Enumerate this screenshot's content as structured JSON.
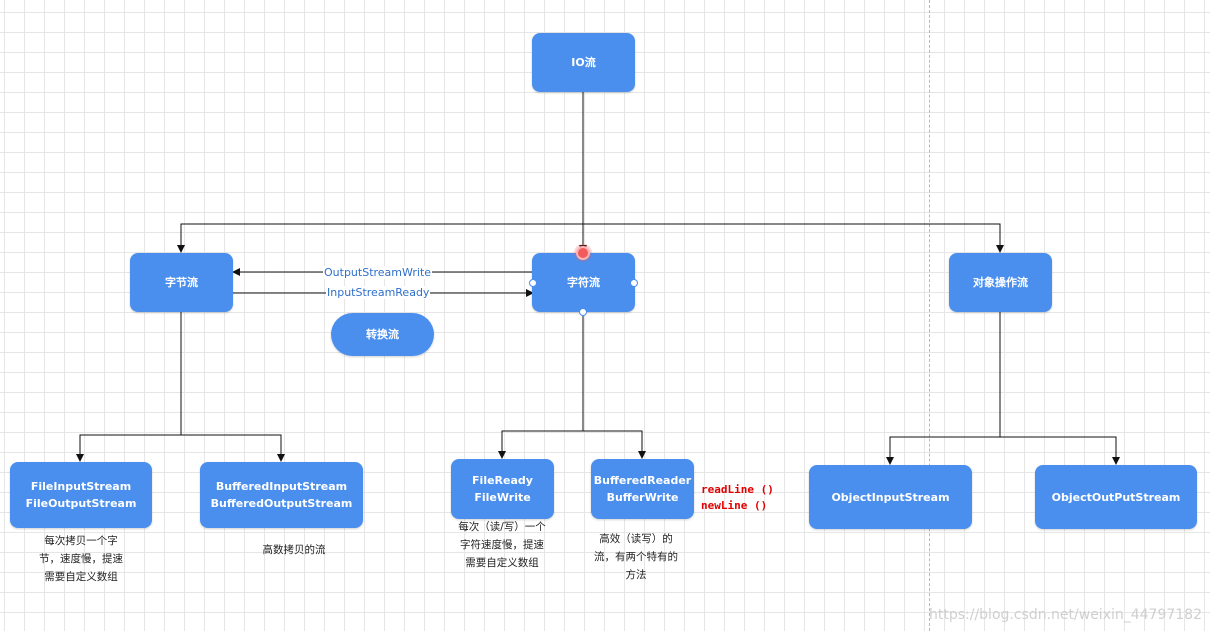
{
  "nodes": {
    "io": "IO流",
    "byte_stream": "字节流",
    "char_stream": "字符流",
    "object_stream": "对象操作流",
    "convert_stream": "转换流",
    "file_io": [
      "FileInputStream",
      "FileOutputStream"
    ],
    "buffered_io": [
      "BufferedInputStream",
      "BufferedOutputStream"
    ],
    "file_rw": [
      "FileReady",
      "FileWrite"
    ],
    "buffered_rw": [
      "BufferedReader",
      "BufferWrite"
    ],
    "object_in": "ObjectInputStream",
    "object_out": "ObjectOutPutStream"
  },
  "edge_labels": {
    "output_stream_write": "OutputStreamWrite",
    "input_stream_ready": "InputStreamReady"
  },
  "notes": {
    "file_io": [
      "每次拷贝一个字",
      "节，速度慢，提速",
      "需要自定义数组"
    ],
    "buffered_io": [
      "高数拷贝的流"
    ],
    "file_rw": [
      "每次（读/写）一个",
      "字符速度慢，提速",
      "需要自定义数组"
    ],
    "buffered_rw": [
      "高效（读写）的",
      "流，有两个特有的",
      "方法"
    ],
    "methods": [
      "readLine  ()",
      "newLine  ()"
    ]
  },
  "watermark": "https://blog.csdn.net/weixin_44797182",
  "colors": {
    "node_fill": "#4a8fee",
    "node_text": "#ffffff",
    "edge": "#111111",
    "edge_label": "#2f6fc9",
    "method_note": "#e00000",
    "selected_handle": "#f25b5b"
  }
}
